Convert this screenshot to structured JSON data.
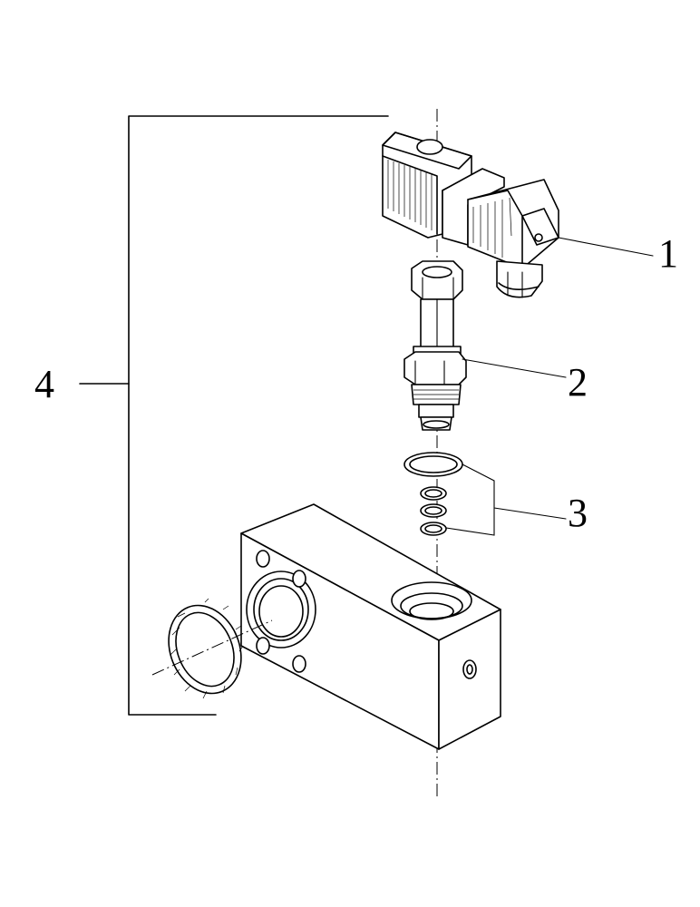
{
  "diagram": {
    "callouts": [
      {
        "id": "1",
        "label": "1",
        "part": "solenoid-coil"
      },
      {
        "id": "2",
        "label": "2",
        "part": "cartridge-valve"
      },
      {
        "id": "3",
        "label": "3",
        "part": "seal-kit"
      },
      {
        "id": "4",
        "label": "4",
        "part": "valve-assembly"
      }
    ]
  }
}
